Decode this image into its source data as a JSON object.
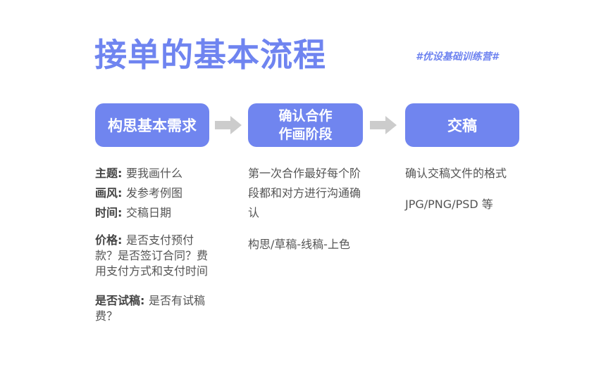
{
  "title": "接单的基本流程",
  "tag": "#优设基础训练营#",
  "steps": [
    {
      "label": "构思基本需求"
    },
    {
      "label_line1": "确认合作",
      "label_line2": "作画阶段"
    },
    {
      "label": "交稿"
    }
  ],
  "columns": {
    "col1": {
      "subject_label": "主题",
      "subject_value": "要我画什么",
      "style_label": "画风",
      "style_value": "发参考例图",
      "time_label": "时间",
      "time_value": "交稿日期",
      "price_label": "价格",
      "price_value": "是否支付预付款？是否签订合同？费用支付方式和支付时间",
      "trial_label": "是否试稿",
      "trial_value": "是否有试稿费？"
    },
    "col2": {
      "para1": "第一次合作最好每个阶段都和对方进行沟通确认",
      "para2": "构思/草稿-线稿-上色"
    },
    "col3": {
      "para1": "确认交稿文件的格式",
      "para2": "JPG/PNG/PSD 等"
    }
  },
  "colors": {
    "accent": "#6f84f0",
    "step_fill": "#7085ef",
    "arrow": "#cccccc",
    "text": "#555555"
  }
}
